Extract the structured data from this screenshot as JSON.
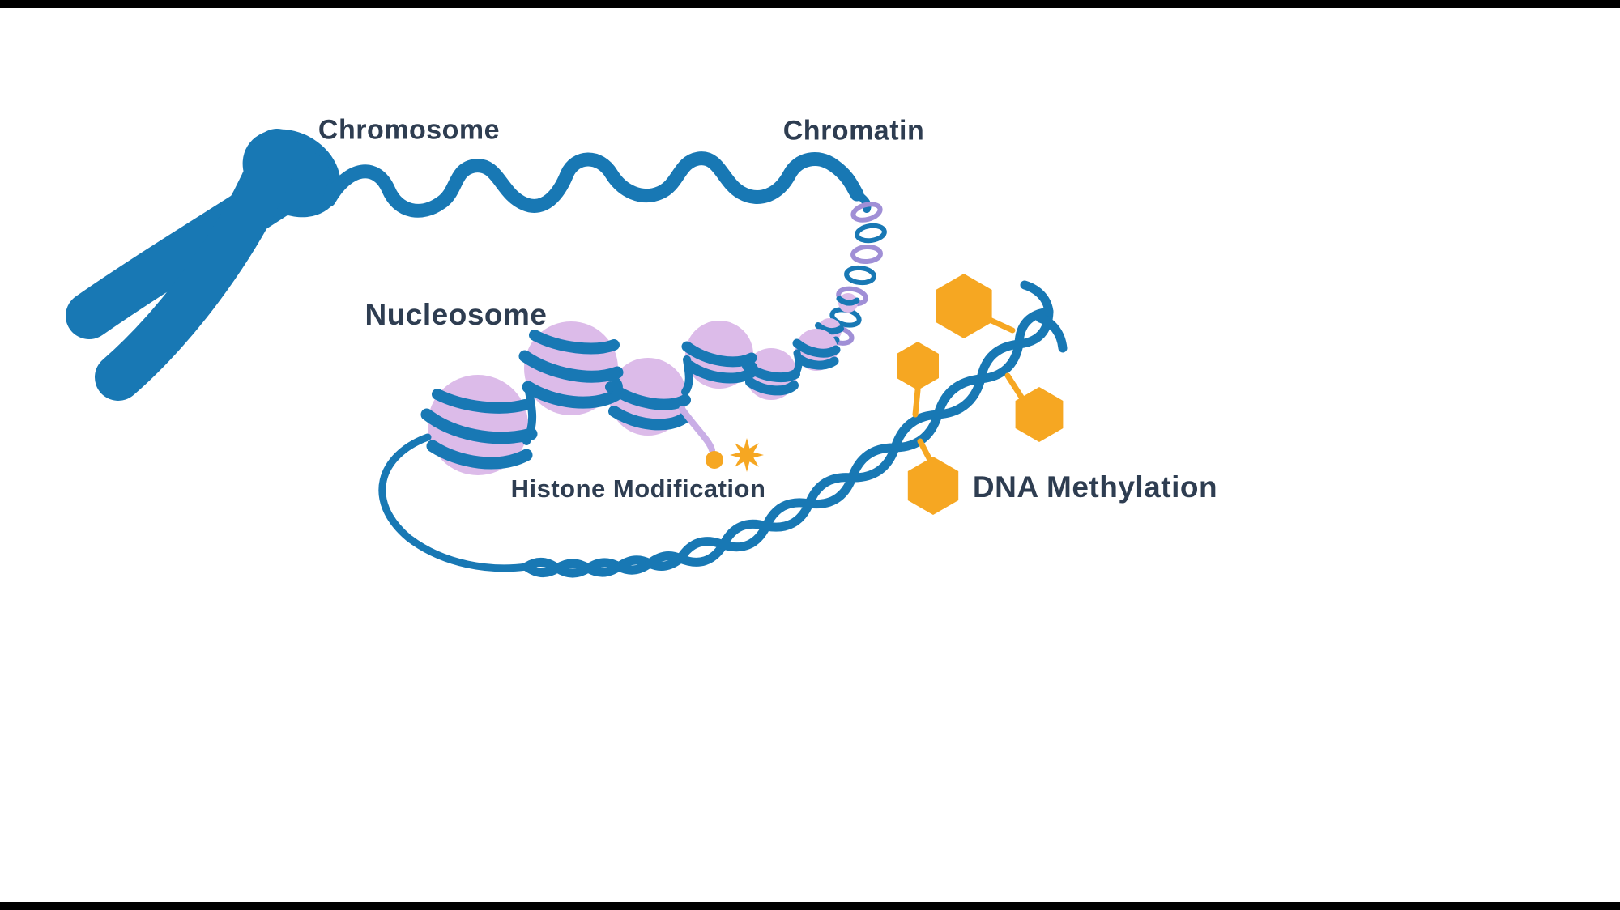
{
  "diagram": {
    "labels": {
      "chromosome": "Chromosome",
      "chromatin": "Chromatin",
      "nucleosome": "Nucleosome",
      "histone_modification": "Histone Modification",
      "dna_methylation": "DNA Methylation"
    }
  },
  "colors": {
    "blue": "#1878b4",
    "purple": "#dcbbe9",
    "coil": "#a08fd6",
    "tail_purple": "#c9aee6",
    "orange": "#f6a722",
    "text": "#2e3d51",
    "frame": "#000000",
    "background": "#ffffff"
  }
}
